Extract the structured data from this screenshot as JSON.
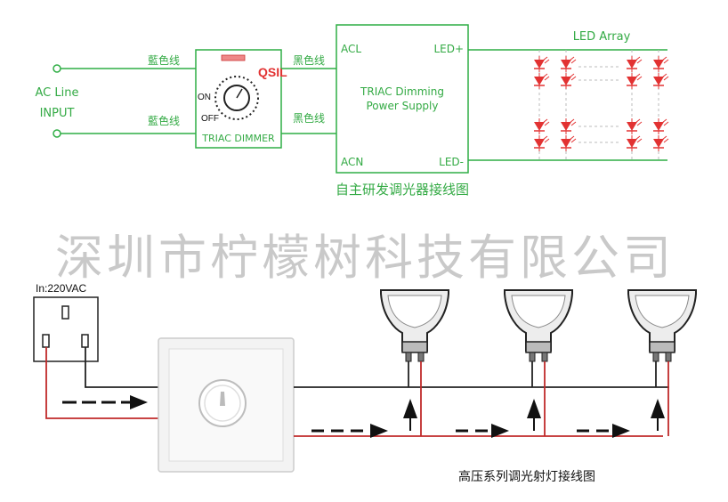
{
  "colors": {
    "wire_green": "#2fae45",
    "text_green": "#33aa44",
    "led_red": "#e23232",
    "wire_red": "#c02a2a",
    "wire_black": "#222222",
    "watermark": "#c9c9c9"
  },
  "top_diagram": {
    "input_label_line1": "AC Line",
    "input_label_line2": "INPUT",
    "wire_blue_top": "藍色线",
    "wire_blue_bottom": "藍色线",
    "wire_black_top": "黑色线",
    "wire_black_bottom": "黑色线",
    "dimmer_brand": "QSIL",
    "dimmer_on": "ON",
    "dimmer_off": "OFF",
    "dimmer_title": "TRIAC DIMMER",
    "psu_acl": "ACL",
    "psu_acn": "ACN",
    "psu_title_line1": "TRIAC Dimming",
    "psu_title_line2": "Power Supply",
    "psu_led_plus": "LED+",
    "psu_led_minus": "LED-",
    "led_array_label": "LED Array",
    "caption": "自主研发调光器接线图"
  },
  "watermark": "深圳市柠檬树科技有限公司",
  "bottom_diagram": {
    "socket_label": "In:220VAC",
    "caption": "高压系列调光射灯接线图"
  }
}
